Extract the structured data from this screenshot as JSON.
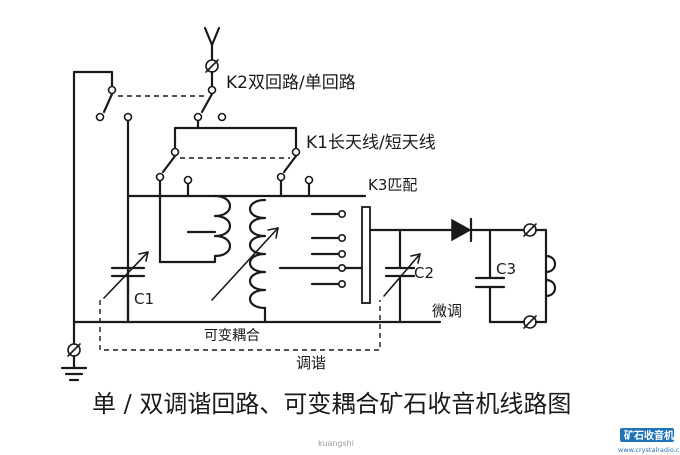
{
  "labels": {
    "k2": "K2双回路/单回路",
    "k1": "K1长天线/短天线",
    "k3": "K3匹配",
    "c1": "C1",
    "c2": "C2",
    "c3": "C3",
    "fine_tune": "微调",
    "variable_coupling": "可变耦合",
    "tuning": "调谐"
  },
  "caption": "单 / 双调谐回路、可变耦合矿石收音机线路图",
  "watermark": "kuangshi",
  "logo": {
    "name": "矿石收音机",
    "url": "www.crystalradio.cn",
    "color": "#1f73b7"
  }
}
